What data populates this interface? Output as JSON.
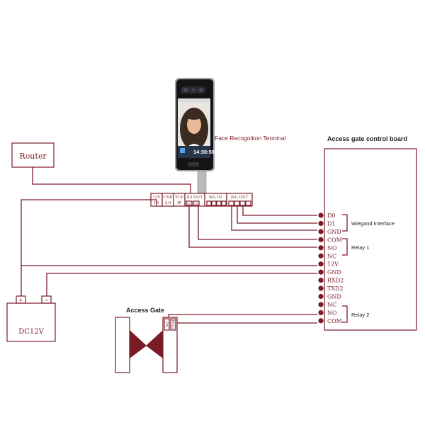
{
  "router": {
    "label": "Router"
  },
  "terminal": {
    "label": "Face Recognition Terminal",
    "clock": "14:30:58"
  },
  "board": {
    "title": "Access gate control board",
    "pins": [
      "D0",
      "D1",
      "GND",
      "COM",
      "NO",
      "NC",
      "12V",
      "GND",
      "RXD2",
      "TXD2",
      "GND",
      "NC",
      "NO",
      "COM"
    ],
    "groups": {
      "wiegand": "Wiegand Interface",
      "relay1": "Relay 1",
      "relay2": "Relay 2"
    }
  },
  "terminal_ports": {
    "p12v": [
      "12V",
      "IN"
    ],
    "usb": [
      "USB",
      "2.0"
    ],
    "tcp": [
      "TCP",
      "IP"
    ],
    "k2": "K2 OUT",
    "wgin": "WG IN",
    "wgout": "WG OUT",
    "k2_pins": [
      "NO",
      "COM"
    ]
  },
  "battery": {
    "label": "DC12V",
    "plus": "+",
    "minus": "−"
  },
  "gate": {
    "title": "Access Gate",
    "pins": [
      "NO",
      "COM"
    ]
  }
}
